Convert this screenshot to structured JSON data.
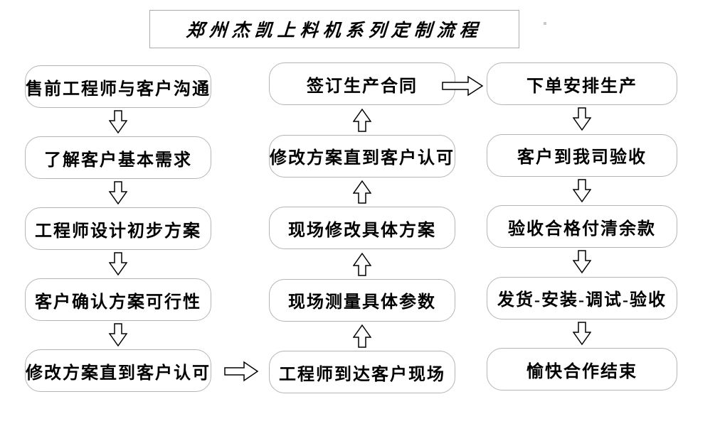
{
  "title": "郑州杰凯上料机系列定制流程",
  "colors": {
    "background": "#ffffff",
    "box_border": "#b5b5b5",
    "title_border": "#ababab",
    "text": "#000000",
    "arrow_outline": "#000000",
    "arrow_fill": "#ffffff"
  },
  "flow": {
    "columns": [
      {
        "id": "left",
        "arrow_direction": "down",
        "steps": [
          "售前工程师与客户沟通",
          "了解客户基本需求",
          "工程师设计初步方案",
          "客户确认方案可行性",
          "修改方案直到客户认可"
        ]
      },
      {
        "id": "middle",
        "arrow_direction": "up",
        "steps": [
          "签订生产合同",
          "修改方案直到客户认可",
          "现场修改具体方案",
          "现场测量具体参数",
          "工程师到达客户现场"
        ]
      },
      {
        "id": "right",
        "arrow_direction": "down",
        "steps": [
          "下单安排生产",
          "客户到我司验收",
          "验收合格付清余款",
          "发货-安装-调试-验收",
          "愉快合作结束"
        ]
      }
    ],
    "cross_links": [
      {
        "from": "修改方案直到客户认可",
        "to": "工程师到达客户现场",
        "direction": "right"
      },
      {
        "from": "签订生产合同",
        "to": "下单安排生产",
        "direction": "right"
      }
    ]
  }
}
